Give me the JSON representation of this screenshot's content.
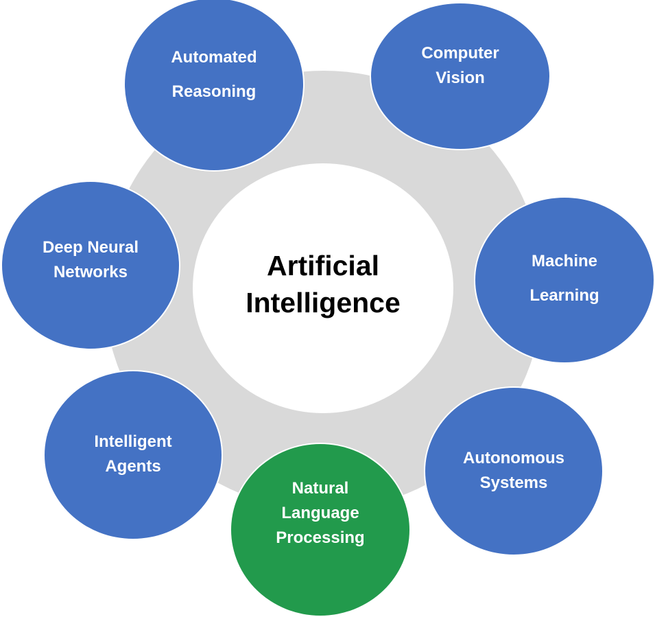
{
  "diagram": {
    "center": {
      "label": "Artificial Intelligence"
    },
    "ring_color": "#D9D9D9",
    "node_colors": {
      "default": "#4472C4",
      "highlight": "#229A4C"
    },
    "nodes": [
      {
        "label": "Automated Reasoning",
        "color": "#4472C4"
      },
      {
        "label": "Computer Vision",
        "color": "#4472C4"
      },
      {
        "label": "Machine Learning",
        "color": "#4472C4"
      },
      {
        "label": "Autonomous Systems",
        "color": "#4472C4"
      },
      {
        "label": "Natural Language Processing",
        "color": "#229A4C"
      },
      {
        "label": "Intelligent Agents",
        "color": "#4472C4"
      },
      {
        "label": "Deep Neural Networks",
        "color": "#4472C4"
      }
    ]
  }
}
